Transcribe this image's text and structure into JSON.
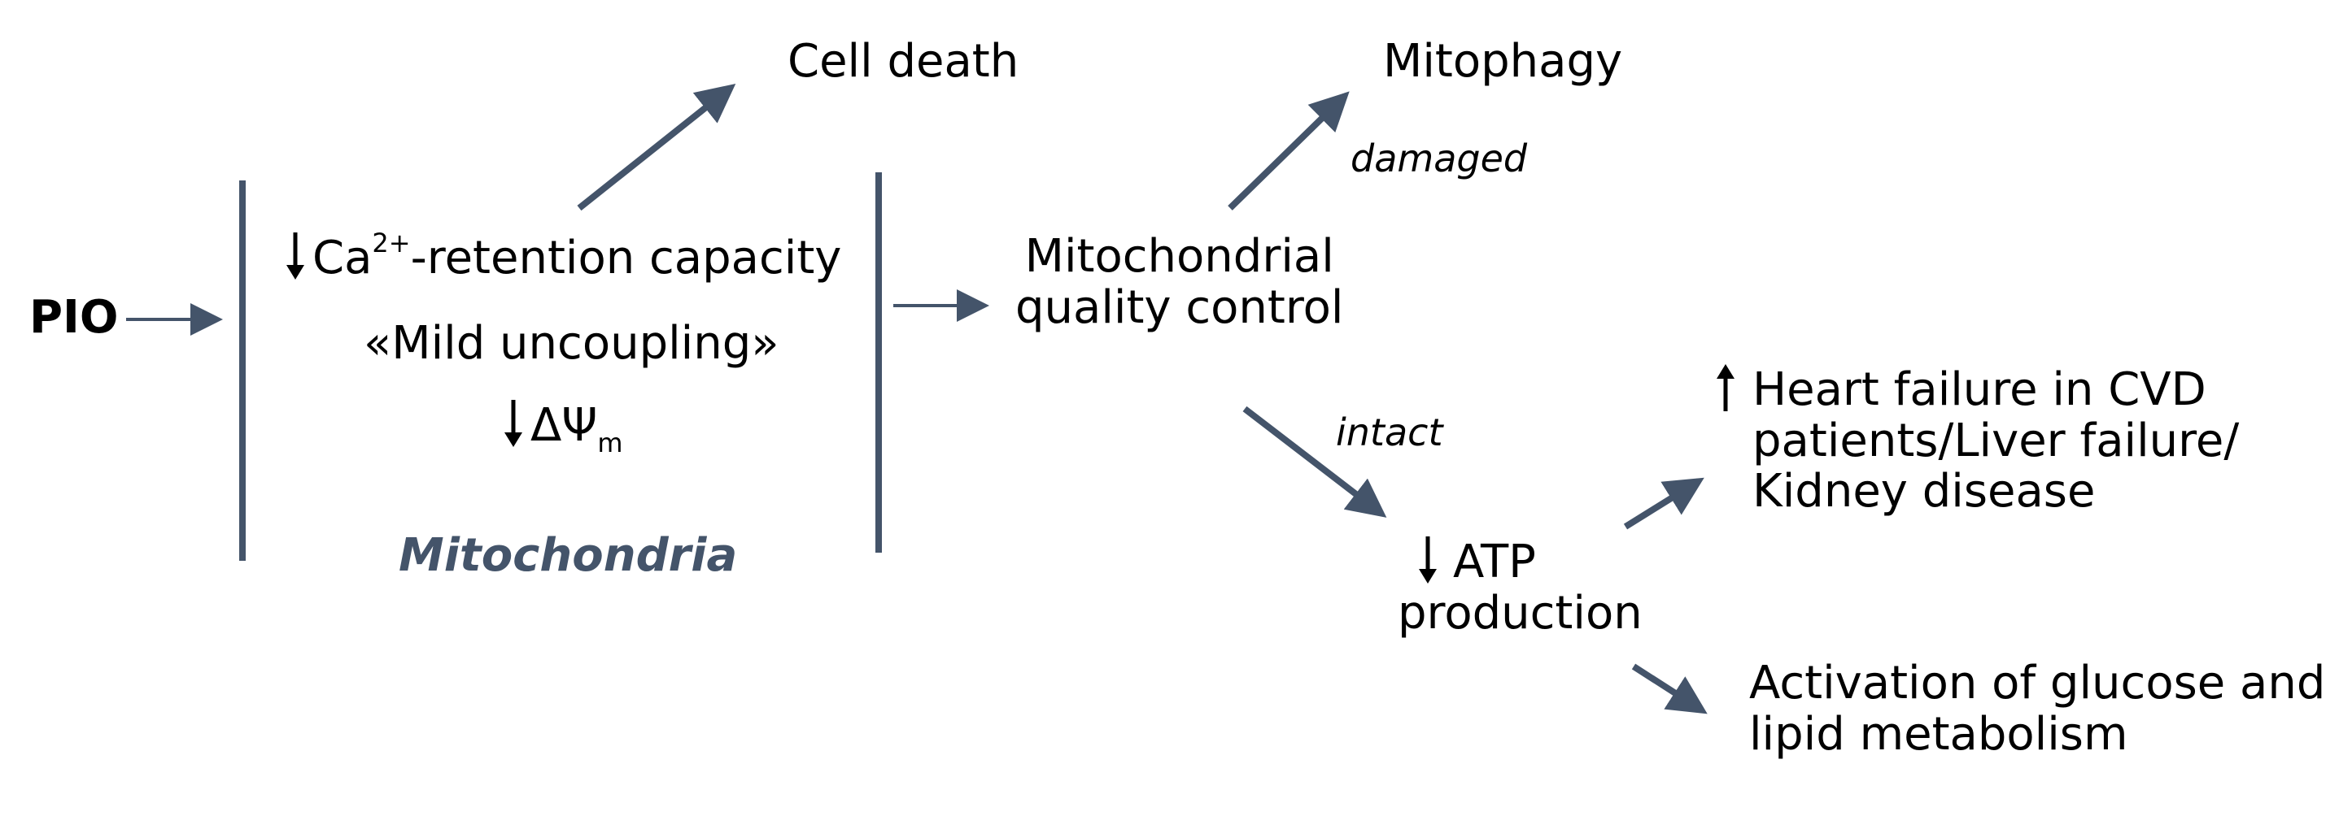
{
  "diagram": {
    "pio": "PIO",
    "cell_death": "Cell death",
    "ca_retention": {
      "prefix": "Ca",
      "superscript": "2+",
      "suffix": "-retention capacity"
    },
    "mild_uncoupling": "«Mild uncoupling»",
    "membrane_potential": {
      "symbol": "ΔΨ",
      "subscript": "m"
    },
    "mitochondria": "Mitochondria",
    "quality_control": [
      "Mitochondrial",
      "quality control"
    ],
    "mitophagy": "Mitophagy",
    "damaged": "damaged",
    "intact": "intact",
    "atp": [
      "ATP",
      "production"
    ],
    "heart_failure": [
      "Heart failure in CVD",
      "patients/Liver failure/",
      "Kidney disease"
    ],
    "activation": [
      "Activation of glucose and",
      "lipid metabolism"
    ]
  },
  "colors": {
    "arrow": "#44546a",
    "mitochondria_label": "#44546a",
    "text": "#000000",
    "indicator_arrow": "#000000"
  },
  "icons": {
    "down": "down-arrow-icon",
    "up": "up-arrow-icon"
  }
}
